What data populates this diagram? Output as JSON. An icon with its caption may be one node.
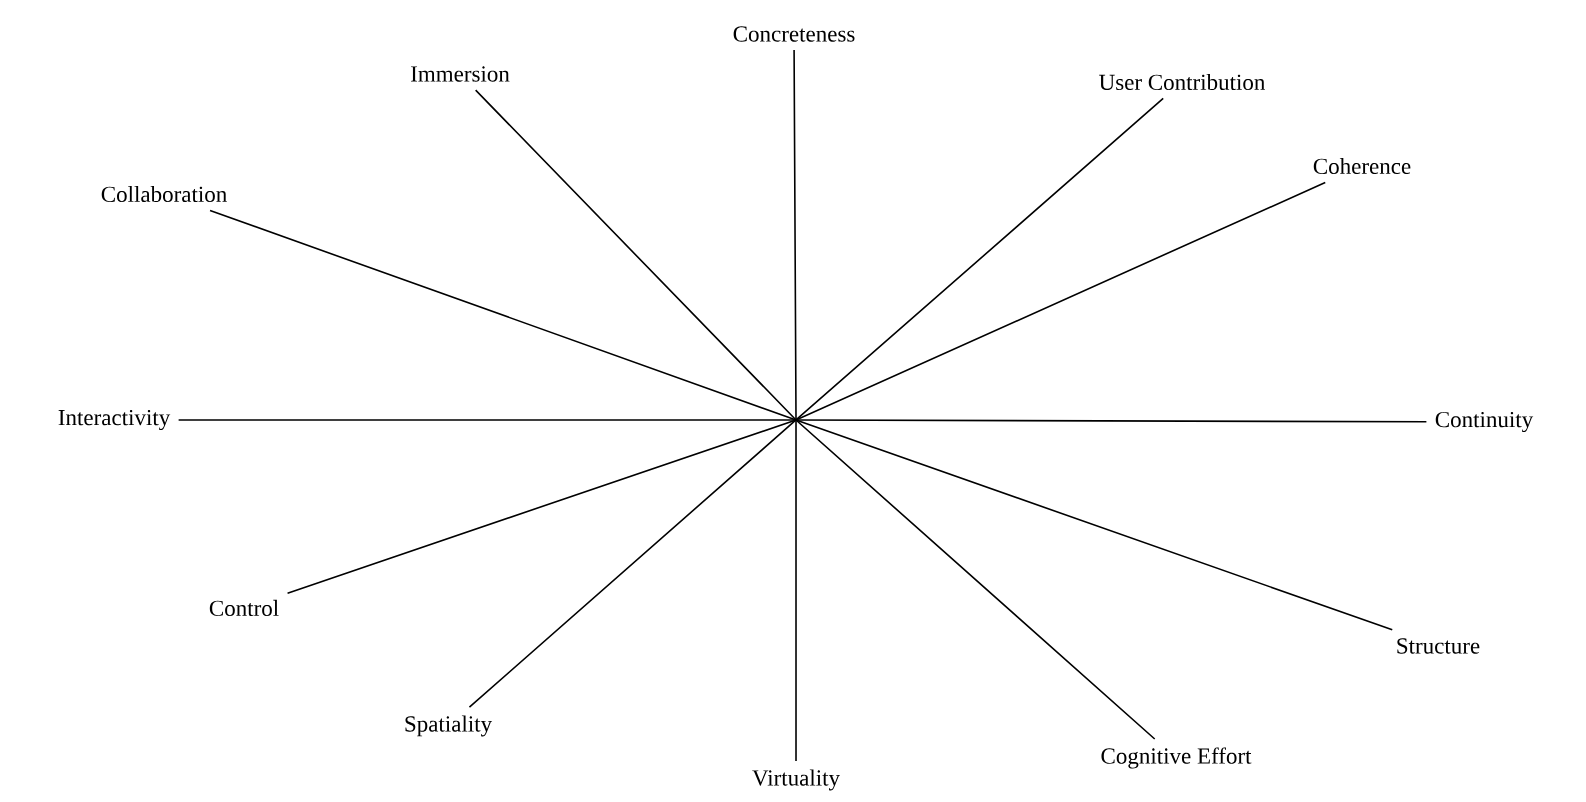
{
  "diagram": {
    "nodes": [
      {
        "text": [
          "Concreteness"
        ]
      },
      {
        "text": [
          "Immersion"
        ]
      },
      {
        "text": [
          "User Contribution"
        ]
      },
      {
        "text": [
          "Collaboration"
        ]
      },
      {
        "text": [
          "Coherence"
        ]
      },
      {
        "text": [
          "Interactivity"
        ]
      },
      {
        "text": [
          "Continuity"
        ]
      },
      {
        "text": [
          "Control"
        ]
      },
      {
        "text": [
          "Structure"
        ]
      },
      {
        "text": [
          "Spatiality"
        ]
      },
      {
        "text": [
          "Virtuality"
        ]
      },
      {
        "text": [
          "Cognitive Effort"
        ]
      }
    ],
    "edges": [
      {
        "from": 0,
        "to": 10,
        "arrow": "none"
      },
      {
        "from": 1,
        "to": 11,
        "arrow": "none"
      },
      {
        "from": 2,
        "to": 9,
        "arrow": "none"
      },
      {
        "from": 3,
        "to": 8,
        "arrow": "none"
      },
      {
        "from": 4,
        "to": 7,
        "arrow": "none"
      },
      {
        "from": 5,
        "to": 6,
        "arrow": "none"
      }
    ]
  }
}
